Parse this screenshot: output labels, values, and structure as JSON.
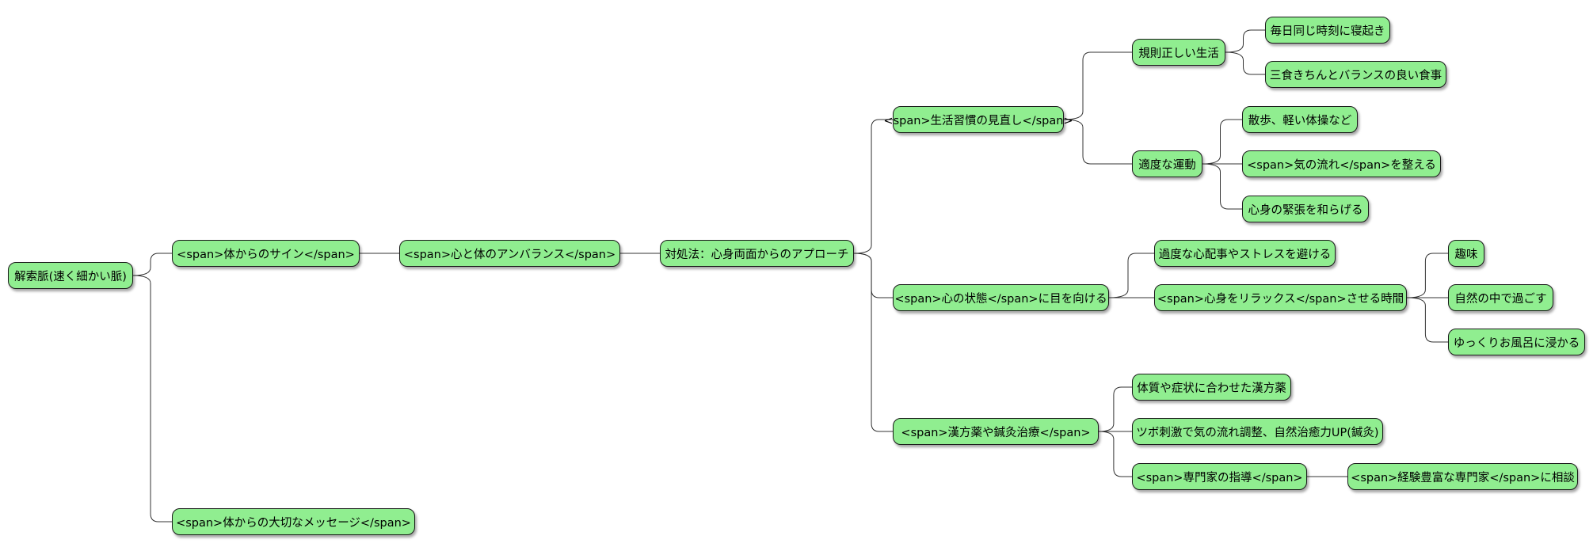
{
  "style": {
    "node_fill": "#90ee90",
    "node_border": "#1a1a1a",
    "link_color": "#333333"
  },
  "nodes": {
    "root": "解索脈(速く細かい脈)",
    "signs": "<span>体からのサイン</span>",
    "imbalance": "<span>心と体のアンバランス</span>",
    "approach": "対処法：心身両面からのアプローチ",
    "habits": "<span>生活習慣の見直し</span>",
    "regular_life": "規則正しい生活",
    "same_time_sleep": "毎日同じ時刻に寝起き",
    "three_meals": "三食きちんとバランスの良い食事",
    "exercise": "適度な運動",
    "walk": "散歩、軽い体操など",
    "qi_flow": "<span>気の流れ</span>を整える",
    "relax_tension": "心身の緊張を和らげる",
    "mind_state": "<span>心の状態</span>に目を向ける",
    "avoid_stress": "過度な心配事やストレスを避ける",
    "relax_time": "<span>心身をリラックス</span>させる時間",
    "hobby": "趣味",
    "nature": "自然の中で過ごす",
    "bath": "ゆっくりお風呂に浸かる",
    "kampo": "<span>漢方薬や鍼灸治療</span>",
    "kampo_med": "体質や症状に合わせた漢方薬",
    "acupuncture": "ツボ刺激で気の流れ調整、自然治癒力UP(鍼灸)",
    "expert": "<span>専門家の指導</span>",
    "consult": "<span>経験豊富な専門家</span>に相談",
    "message": "<span>体からの大切なメッセージ</span>"
  }
}
